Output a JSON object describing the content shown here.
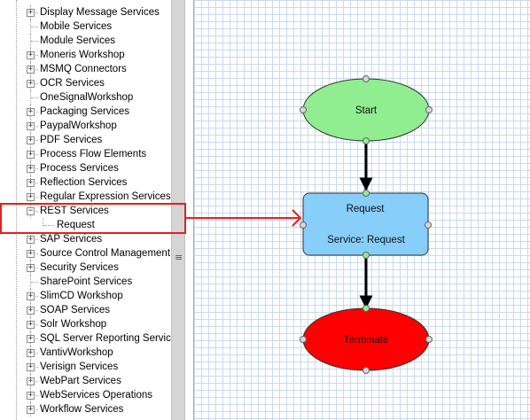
{
  "tree": {
    "items": [
      {
        "label": "Display Message Services",
        "expandable": true
      },
      {
        "label": "Mobile Services",
        "expandable": false
      },
      {
        "label": "Module Services",
        "expandable": false
      },
      {
        "label": "Moneris Workshop",
        "expandable": true
      },
      {
        "label": "MSMQ Connectors",
        "expandable": true
      },
      {
        "label": "OCR Services",
        "expandable": true
      },
      {
        "label": "OneSignalWorkshop",
        "expandable": false
      },
      {
        "label": "Packaging Services",
        "expandable": true
      },
      {
        "label": "PaypalWorkshop",
        "expandable": true
      },
      {
        "label": "PDF Services",
        "expandable": true
      },
      {
        "label": "Process Flow Elements",
        "expandable": true
      },
      {
        "label": "Process Services",
        "expandable": true
      },
      {
        "label": "Reflection Services",
        "expandable": true
      },
      {
        "label": "Regular Expression Services",
        "expandable": true
      },
      {
        "label": "REST Services",
        "expandable": true,
        "expanded": true
      },
      {
        "label": "Request",
        "child": true
      },
      {
        "label": "SAP Services",
        "expandable": true
      },
      {
        "label": "Source Control Management Se",
        "expandable": true
      },
      {
        "label": "Security Services",
        "expandable": true
      },
      {
        "label": "SharePoint Services",
        "expandable": false
      },
      {
        "label": "SlimCD Workshop",
        "expandable": true
      },
      {
        "label": "SOAP Services",
        "expandable": true
      },
      {
        "label": "Solr Workshop",
        "expandable": true
      },
      {
        "label": "SQL Server Reporting Services",
        "expandable": true
      },
      {
        "label": "VantivWorkshop",
        "expandable": true
      },
      {
        "label": "Verisign Services",
        "expandable": true
      },
      {
        "label": "WebPart Services",
        "expandable": true
      },
      {
        "label": "WebServices Operations",
        "expandable": true
      },
      {
        "label": "Workflow Services",
        "expandable": true
      }
    ]
  },
  "splitter": {
    "grip": "≡"
  },
  "flow": {
    "start_label": "Start",
    "request_title": "Request",
    "request_subtitle": "Service: Request",
    "terminate_label": "Terminate",
    "colors": {
      "start": "#90ee90",
      "request": "#87cefa",
      "terminate": "#ff0000",
      "callout": "#e02020"
    }
  }
}
